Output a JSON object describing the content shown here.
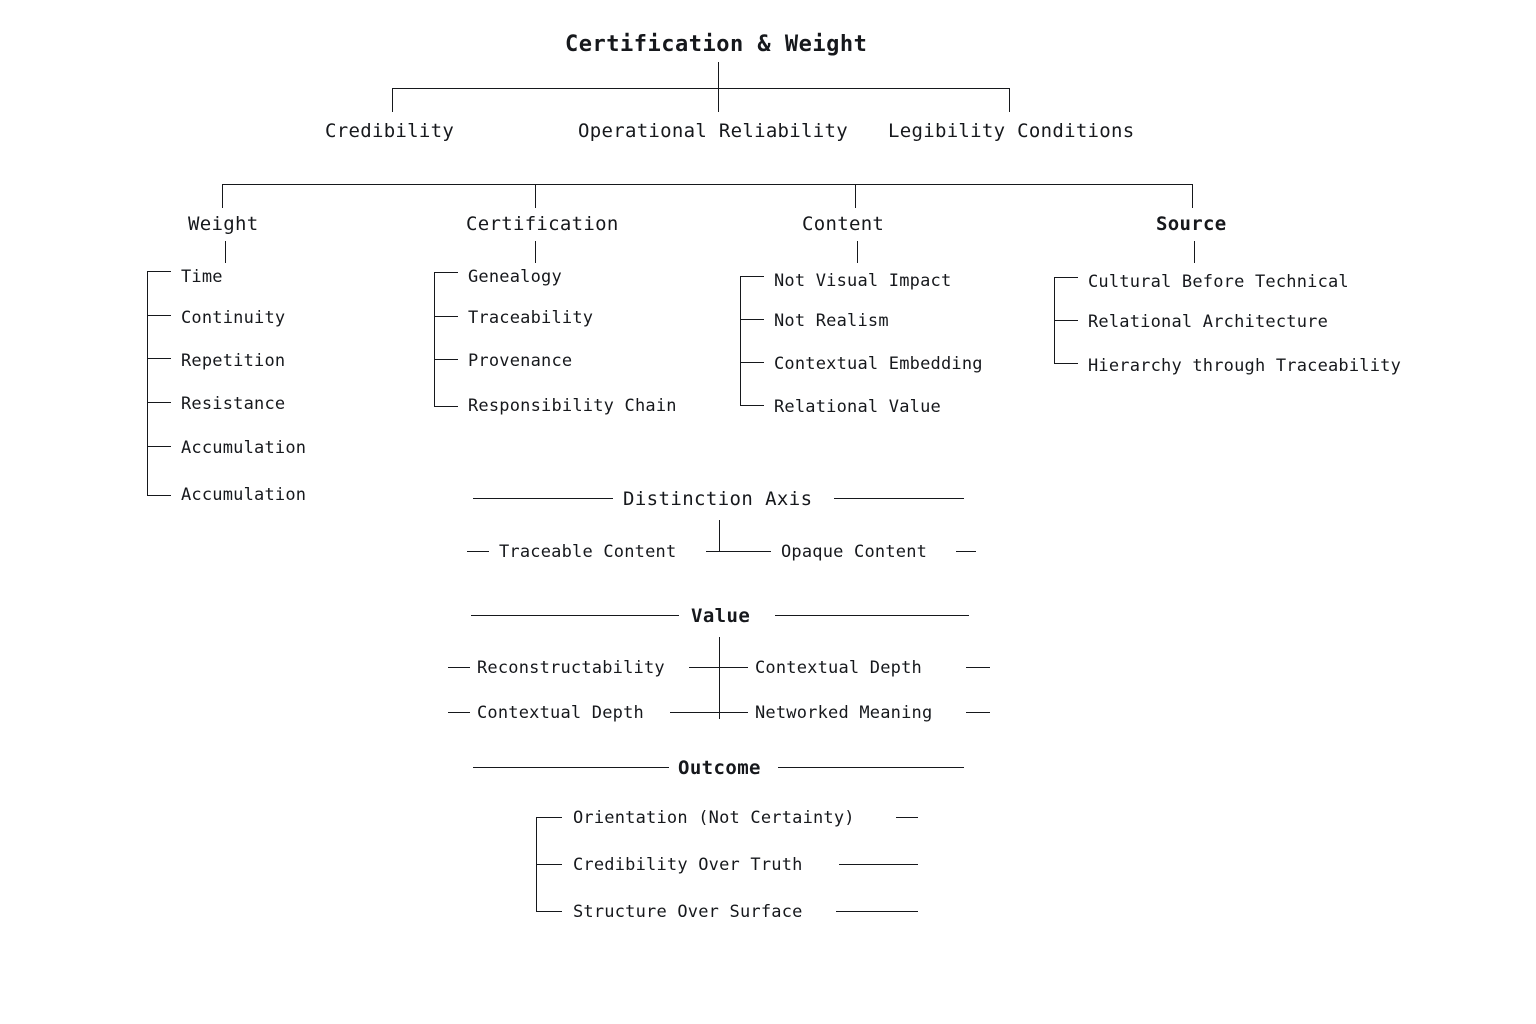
{
  "diagram": {
    "title": "Certification & Weight",
    "level1": [
      {
        "label": "Credibility"
      },
      {
        "label": "Operational Reliability"
      },
      {
        "label": "Legibility Conditions"
      }
    ],
    "columns": [
      {
        "header": "Weight",
        "bold": false,
        "items": [
          "Time",
          "Continuity",
          "Repetition",
          "Resistance",
          "Accumulation",
          "Accumulation"
        ]
      },
      {
        "header": "Certification",
        "bold": false,
        "items": [
          "Genealogy",
          "Traceability",
          "Provenance",
          "Responsibility Chain"
        ]
      },
      {
        "header": "Content",
        "bold": false,
        "items": [
          "Not Visual Impact",
          "Not Realism",
          "Contextual Embedding",
          "Relational Value"
        ]
      },
      {
        "header": "Source",
        "bold": true,
        "items": [
          "Cultural Before Technical",
          "Relational Architecture",
          "Hierarchy through Traceability"
        ]
      }
    ],
    "sections": [
      {
        "header": "Distinction Axis",
        "bold": false,
        "rows": [
          {
            "left": "Traceable Content",
            "right": "Opaque Content"
          }
        ]
      },
      {
        "header": "Value",
        "bold": true,
        "rows": [
          {
            "left": "Reconstructability",
            "right": "Contextual Depth"
          },
          {
            "left": "Contextual Depth",
            "right": "Networked Meaning"
          }
        ]
      }
    ],
    "outcome": {
      "header": "Outcome",
      "bold": true,
      "items": [
        "Orientation (Not Certainty)",
        "Credibility Over Truth",
        "Structure Over Surface"
      ]
    }
  },
  "colors": {
    "ink": "#16181c",
    "background": "#ffffff"
  }
}
